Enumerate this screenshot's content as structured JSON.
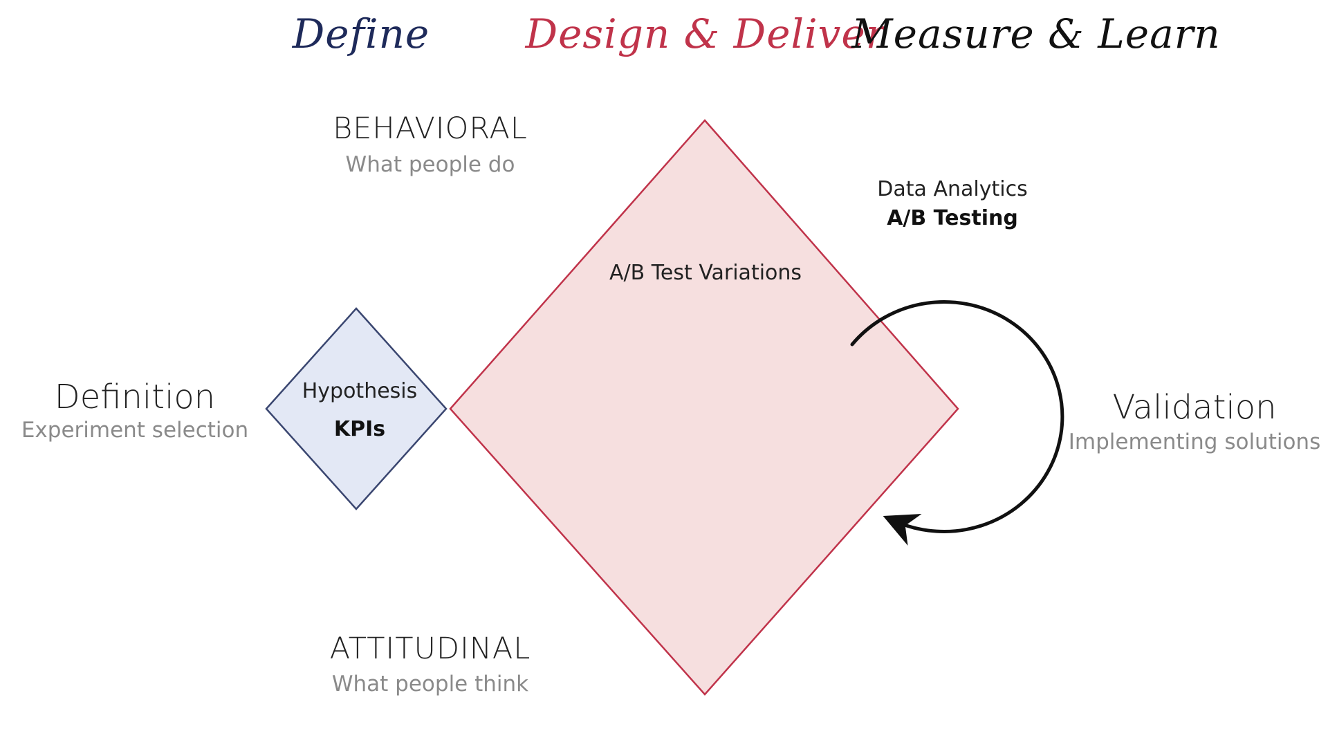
{
  "colors": {
    "define": "#1e2a5a",
    "design": "#c0334a",
    "measure": "#111111",
    "big_diamond_stroke": "#c0334a",
    "big_diamond_fill": "#f6dfdf",
    "small_diamond_stroke": "#3a4670",
    "small_diamond_fill": "#e3e8f5",
    "arrow": "#111111"
  },
  "phases": {
    "define": "Define",
    "design": "Design & Deliver",
    "measure": "Measure & Learn"
  },
  "axis": {
    "top_title": "BEHAVIORAL",
    "top_sub": "What people do",
    "bottom_title": "ATTITUDINAL",
    "bottom_sub": "What people think"
  },
  "left": {
    "title": "Definition",
    "sub": "Experiment selection"
  },
  "right": {
    "title": "Validation",
    "sub": "Implementing solutions"
  },
  "small_diamond": {
    "line1": "Hypothesis",
    "line2": "KPIs"
  },
  "big_diamond": {
    "label": "A/B Test Variations"
  },
  "analytics": {
    "line1": "Data Analytics",
    "line2": "A/B Testing"
  },
  "icons": {
    "loop": "curved-arrow-icon"
  }
}
